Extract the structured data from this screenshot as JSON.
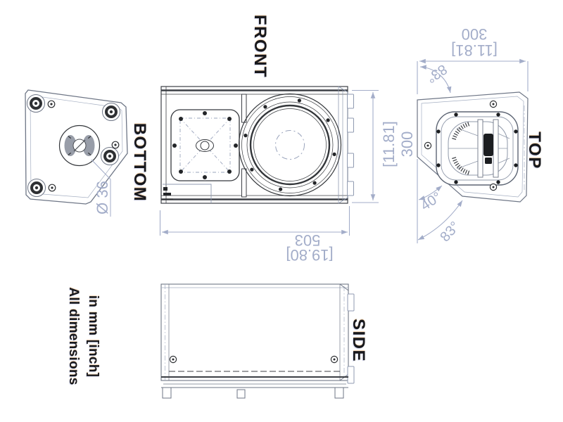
{
  "drawing": {
    "note_line1": "All dimensions",
    "note_line2": "in mm [inch]",
    "views": {
      "front": {
        "label": "FRONT",
        "width_mm": "503",
        "width_in": "[19.80]",
        "height_mm": "300",
        "height_in": "[11.81]"
      },
      "bottom": {
        "label": "BOTTOM",
        "pole_mount_diameter": "Ø 36"
      },
      "top": {
        "label": "TOP",
        "width_mm": "300",
        "width_in": "[11.81]",
        "angle_rear": "83°",
        "angle_side": "40°",
        "angle_front": "83°"
      },
      "side": {
        "label": "SIDE"
      }
    },
    "colors": {
      "outline": "#6e7686",
      "detail": "#33363a",
      "dimension": "#a3adc9",
      "label_text": "#17181c"
    }
  }
}
